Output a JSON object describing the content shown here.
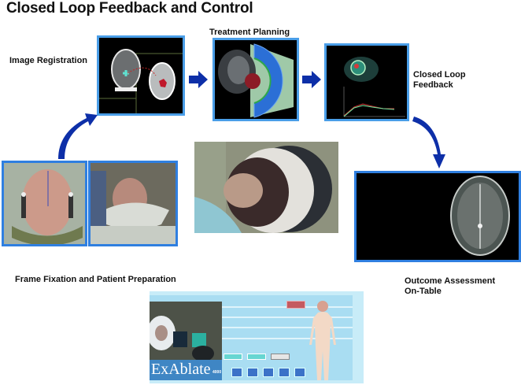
{
  "title": "Closed Loop Feedback and Control",
  "steps": {
    "image_registration": "Image Registration",
    "treatment_planning": "Treatment Planning",
    "closed_loop_feedback": [
      "Closed Loop",
      "Feedback"
    ],
    "outcome_assessment": [
      "Outcome Assessment",
      "On-Table"
    ],
    "frame_fixation": "Frame Fixation and Patient Preparation"
  },
  "console": {
    "brand": "ExAblate",
    "model": "4000"
  },
  "colors": {
    "arrow": "#0d2fa8",
    "panel_border": "#4a9ee8",
    "console_bg": "#a9ddf2"
  }
}
